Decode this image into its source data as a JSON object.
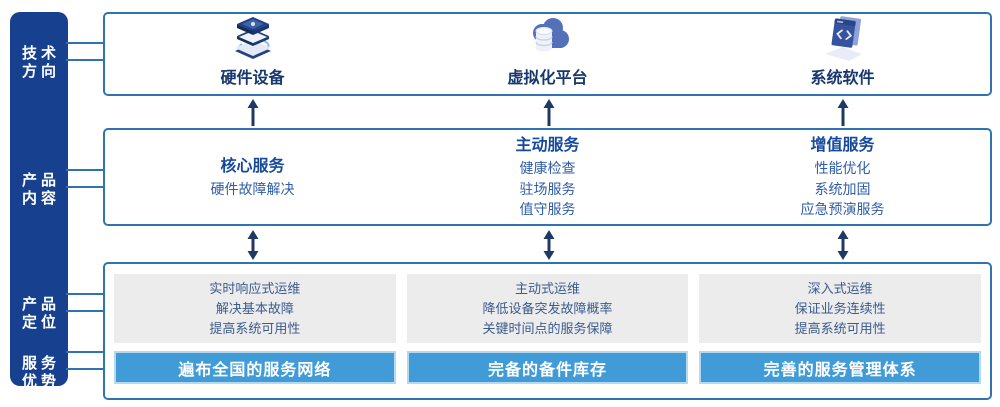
{
  "sidebar": {
    "labels": [
      {
        "line1": "技术",
        "line2": "方向"
      },
      {
        "line1": "产品",
        "line2": "内容"
      },
      {
        "line1": "产品",
        "line2": "定位"
      },
      {
        "line1": "服务",
        "line2": "优势"
      }
    ]
  },
  "tech_row": {
    "items": [
      {
        "icon": "server-stack-icon",
        "label": "硬件设备"
      },
      {
        "icon": "cloud-database-icon",
        "label": "虚拟化平台"
      },
      {
        "icon": "software-window-icon",
        "label": "系统软件"
      }
    ]
  },
  "content_row": {
    "columns": [
      {
        "heading": "核心服务",
        "items": [
          "硬件故障解决"
        ]
      },
      {
        "heading": "主动服务",
        "items": [
          "健康检查",
          "驻场服务",
          "值守服务"
        ]
      },
      {
        "heading": "增值服务",
        "items": [
          "性能优化",
          "系统加固",
          "应急预演服务"
        ]
      }
    ]
  },
  "bottom_row": {
    "columns": [
      {
        "positioning": [
          "实时响应式运维",
          "解决基本故障",
          "提高系统可用性"
        ],
        "advantage": "遍布全国的服务网络"
      },
      {
        "positioning": [
          "主动式运维",
          "降低设备突发故障概率",
          "关键时间点的服务保障"
        ],
        "advantage": "完备的备件库存"
      },
      {
        "positioning": [
          "深入式运维",
          "保证业务连续性",
          "提高系统可用性"
        ],
        "advantage": "完善的服务管理体系"
      }
    ]
  },
  "colors": {
    "sidebar_bg": "#17418f",
    "box_border": "#2e74b5",
    "connector_line": "#2e74b5",
    "top_label_navy": "#17376e",
    "mid_heading_blue": "#164a9e",
    "mid_item_blue": "#2f5ca8",
    "card_text_blue": "#3b5b8d",
    "card_bg": "#ececec",
    "bar_bg": "#419bd7",
    "bar_halo": "#b5d9f0",
    "arrow_navy": "#1f3864"
  }
}
